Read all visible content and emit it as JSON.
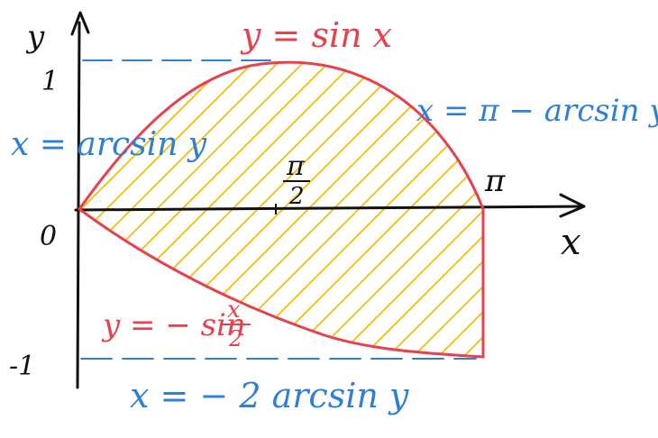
{
  "colors": {
    "axis": "#111111",
    "curve": "#e8414e",
    "guide": "#2f7fd6",
    "hatch": "#f3c21f",
    "background": "#ffffff"
  },
  "axes": {
    "y_label": "y",
    "x_label": "x",
    "origin_label": "0",
    "y_tick_top": "1",
    "y_tick_bottom": "-1",
    "x_tick_pi_half_num": "π",
    "x_tick_pi_half_den": "2",
    "x_tick_pi": "π"
  },
  "labels": {
    "upper_curve": "y = sin x",
    "lower_curve_prefix": "y = − sin",
    "lower_curve_frac_num": "x",
    "lower_curve_frac_den": "2",
    "left_inverse": "x = arcsin y",
    "right_inverse": "x = π − arcsin y",
    "bottom_inverse": "x = − 2 arcsin y"
  }
}
